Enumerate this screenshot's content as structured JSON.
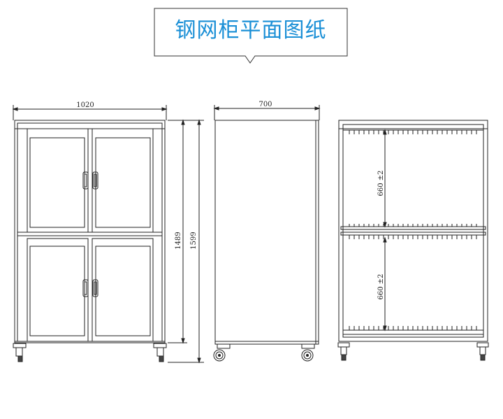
{
  "title": "钢网柜平面图纸",
  "colors": {
    "title_text": "#1a8fd6",
    "line": "#222222",
    "frame": "#555555"
  },
  "front_view": {
    "width_label": "1020",
    "height_inner_label": "1489",
    "height_total_label": "1599"
  },
  "side_view": {
    "depth_label": "700"
  },
  "interior_view": {
    "upper_label": "660 ±2",
    "lower_label": "660 ±2"
  }
}
